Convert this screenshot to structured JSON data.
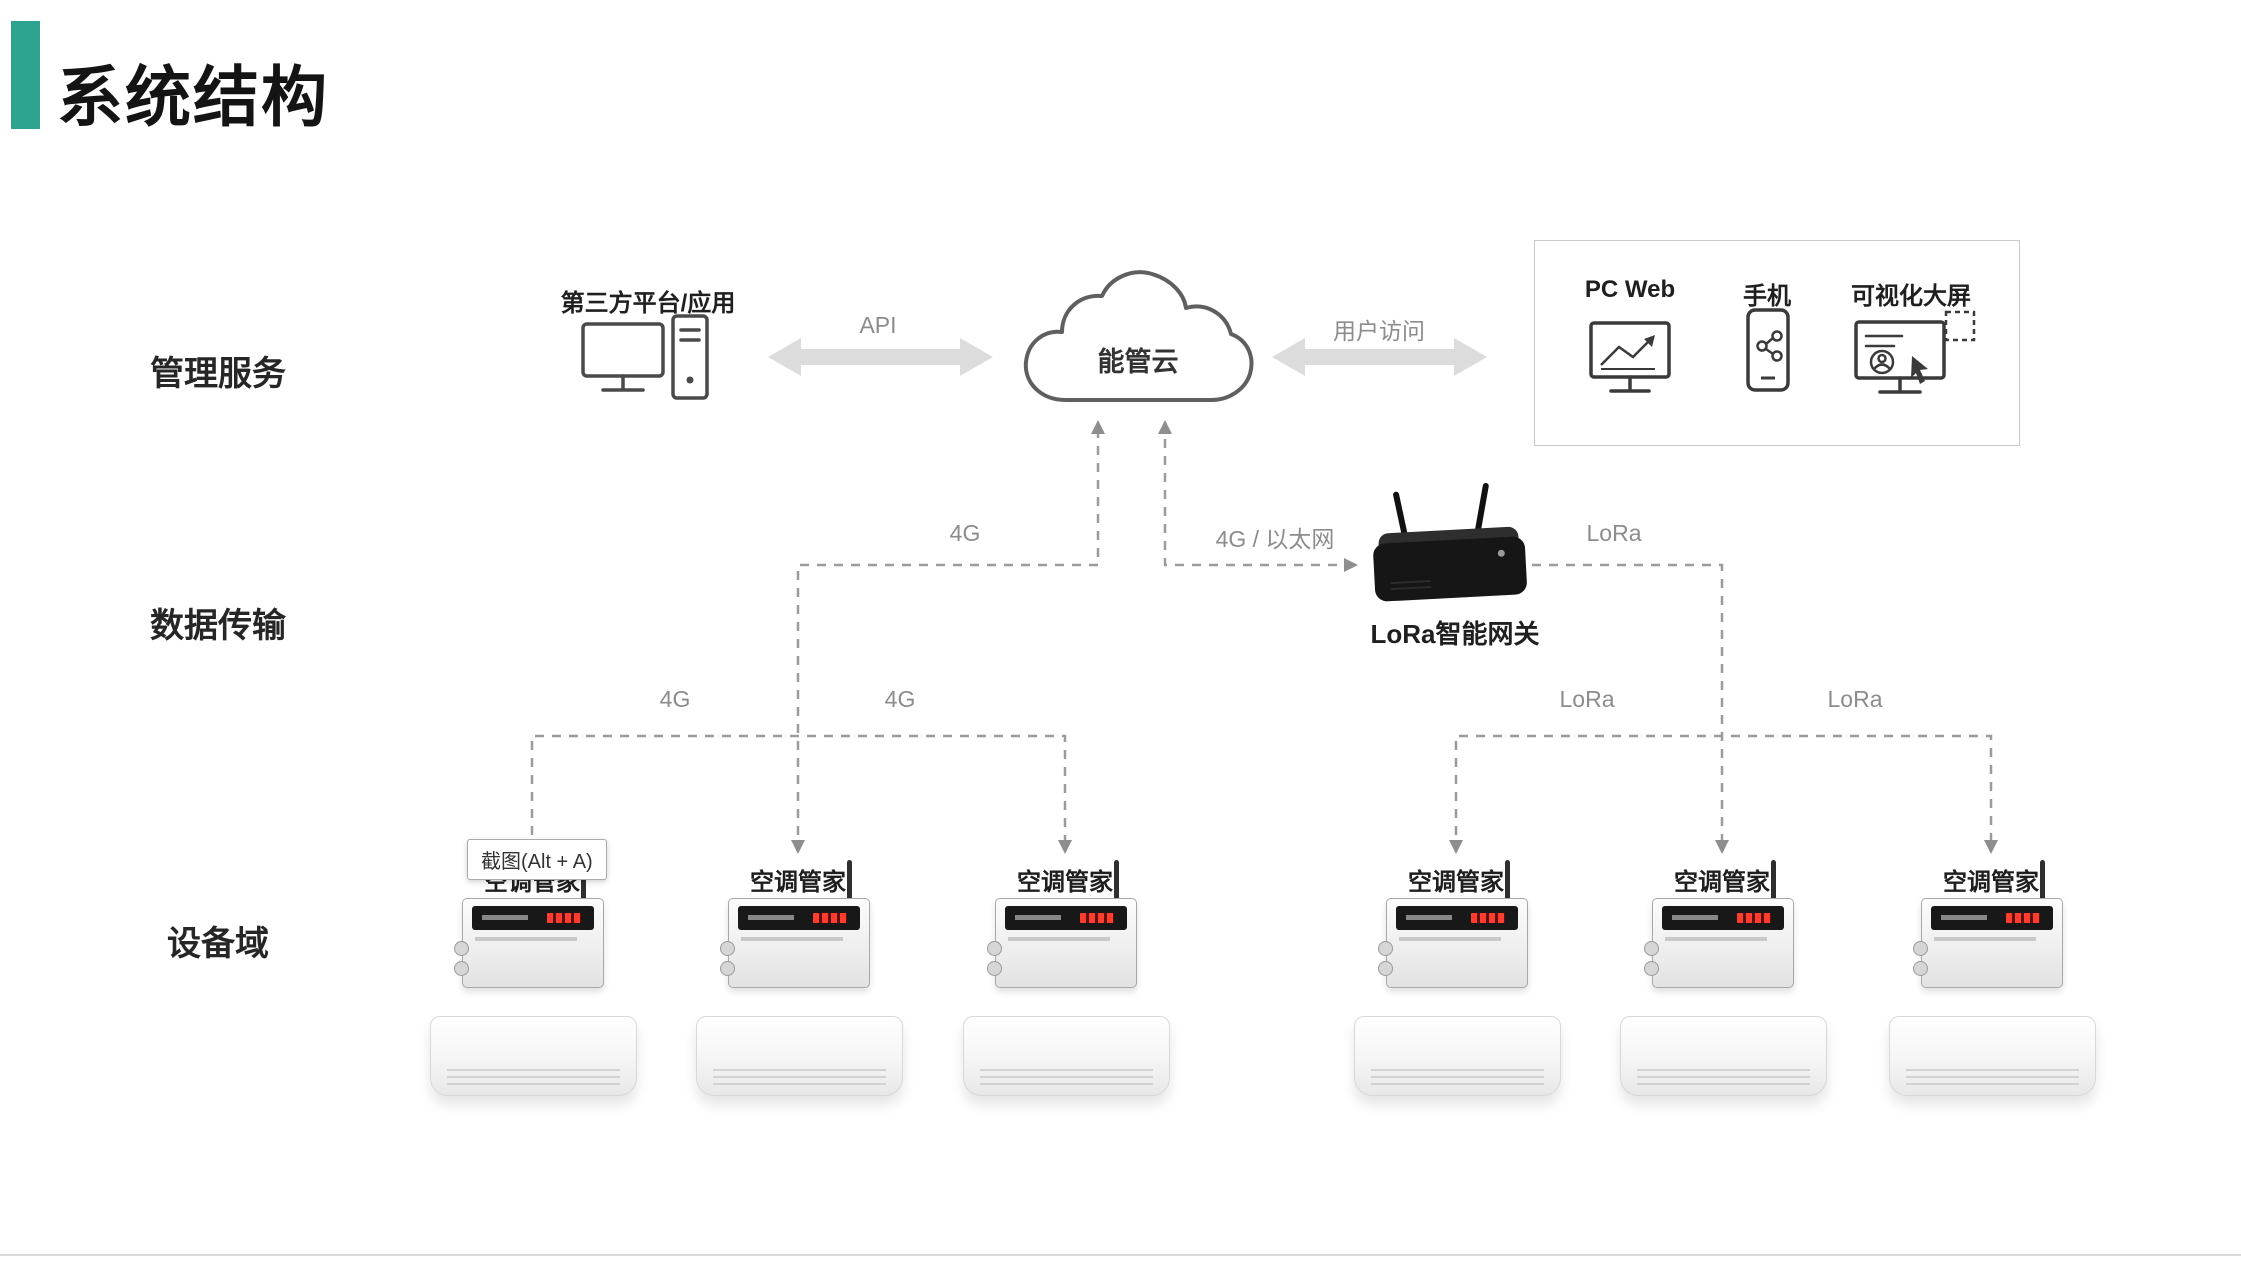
{
  "title": "系统结构",
  "rows": {
    "management": "管理服务",
    "transmission": "数据传输",
    "devices": "设备域"
  },
  "management": {
    "third_party": "第三方平台/应用",
    "api": "API",
    "cloud": "能管云",
    "user_access": "用户访问",
    "clients": {
      "pc_web": "PC Web",
      "mobile": "手机",
      "big_screen": "可视化大屏"
    }
  },
  "transmission": {
    "gateway": "LoRa智能网关"
  },
  "links": {
    "top_4g": "4G",
    "top_4g_eth": "4G / 以太网",
    "top_lora": "LoRa",
    "left_4g_a": "4G",
    "left_4g_b": "4G",
    "right_lora_a": "LoRa",
    "right_lora_b": "LoRa"
  },
  "devices": {
    "units": [
      {
        "label": "空调管家"
      },
      {
        "label": "空调管家"
      },
      {
        "label": "空调管家"
      },
      {
        "label": "空调管家"
      },
      {
        "label": "空调管家"
      },
      {
        "label": "空调管家"
      }
    ]
  },
  "tooltip": {
    "text": "截图(Alt + A)"
  },
  "colors": {
    "accent": "#2BA38E",
    "connector_line": "#9b9b9b",
    "arrow_fill": "#dcdcdc",
    "led_red": "#ff3d2e"
  }
}
